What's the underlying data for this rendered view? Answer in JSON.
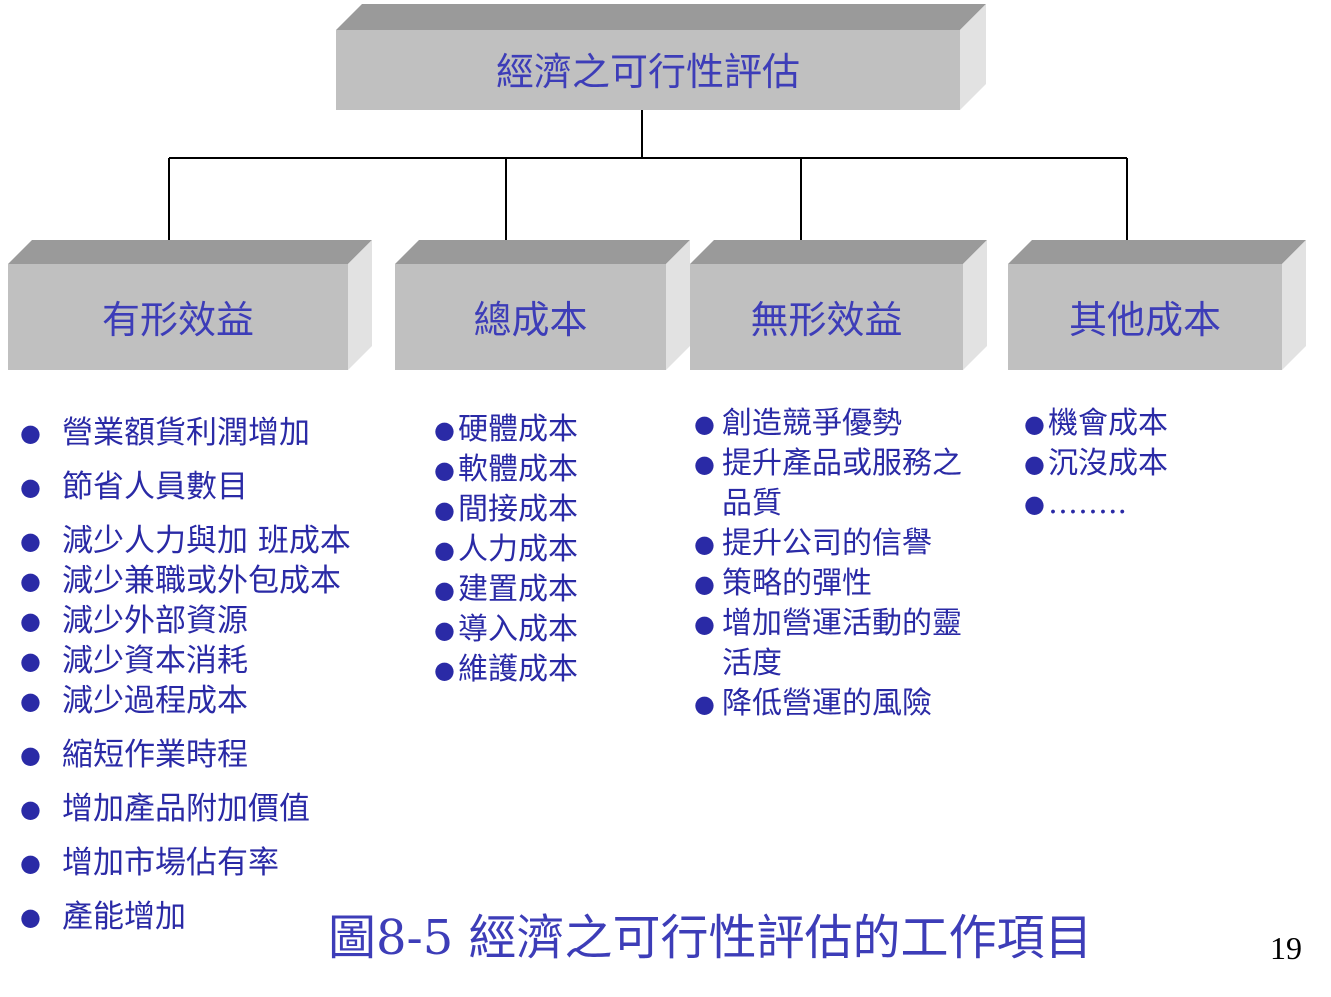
{
  "root": {
    "label": "經濟之可行性評估"
  },
  "categories": [
    {
      "label": "有形效益",
      "items": [
        "營業額貨利潤增加",
        "節省人員數目",
        "減少人力與加 班成本",
        "減少兼職或外包成本",
        "減少外部資源",
        "減少資本消耗",
        "減少過程成本",
        "縮短作業時程",
        "增加產品附加價值",
        "增加市場佔有率",
        "產能增加"
      ]
    },
    {
      "label": "總成本",
      "items": [
        "硬體成本",
        "軟體成本",
        "間接成本",
        "人力成本",
        "建置成本",
        "導入成本",
        "維護成本"
      ]
    },
    {
      "label": "無形效益",
      "items": [
        "創造競爭優勢",
        "提升產品或服務之品質",
        "提升公司的信譽",
        "策略的彈性",
        "增加營運活動的靈活度",
        "降低營運的風險"
      ]
    },
    {
      "label": "其他成本",
      "items": [
        "機會成本",
        "沉沒成本",
        "…….."
      ]
    }
  ],
  "caption": "圖8-5 經濟之可行性評估的工作項目",
  "page_number": "19",
  "colors": {
    "box_front": "#c0c0c0",
    "box_top": "#9a9a9a",
    "box_side": "#e2e2e2",
    "text": "#3d3db8",
    "connector": "#000000"
  }
}
